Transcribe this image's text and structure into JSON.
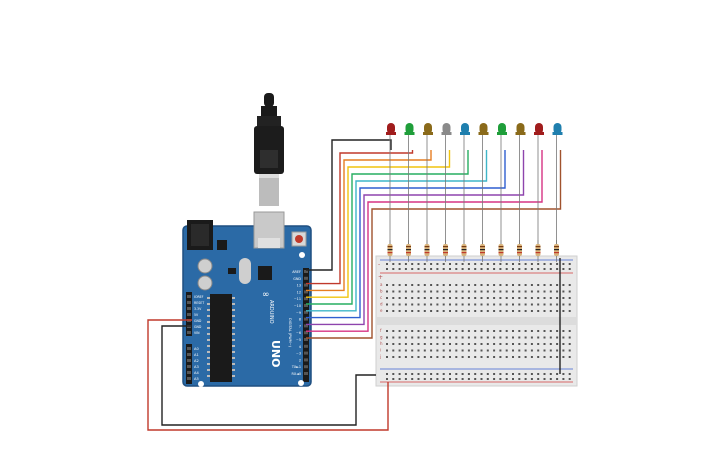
{
  "colors": {
    "background": "#ffffff",
    "board_blue": "#2b6aa6",
    "board_dark": "#1f4f80",
    "breadboard": "#e9e9e9",
    "rail_red": "#d23a3a",
    "rail_blue": "#3a5fd2",
    "resistor_body": "#d8b27a"
  },
  "arduino": {
    "brand": "ARDUINO",
    "model": "UNO",
    "left_pins": [
      "IOREF",
      "RESET",
      "3.3V",
      "5V",
      "GND",
      "GND",
      "VIN"
    ],
    "analog_pins": [
      "A0",
      "A1",
      "A2",
      "A3",
      "A4",
      "A5"
    ],
    "right_pins": [
      "AREF",
      "GND",
      "13",
      "12",
      "~11",
      "~10",
      "~9",
      "8",
      "7",
      "~6",
      "~5",
      "4",
      "~3",
      "2",
      "TX►1",
      "RX◄0"
    ],
    "header_label": "DIGITAL (PWM~)",
    "power_label": "POWER",
    "analog_label": "ANALOG IN"
  },
  "breadboard": {
    "row_letters_top": [
      "a",
      "b",
      "c",
      "d",
      "e"
    ],
    "row_letters_bottom": [
      "f",
      "g",
      "h",
      "i",
      "j"
    ],
    "rail_minus": "-",
    "rail_plus": "+"
  },
  "leds": [
    {
      "color": "#a01c1c",
      "wire": "#222222"
    },
    {
      "color": "#1f9e3a",
      "wire": "#c0392b"
    },
    {
      "color": "#8a6a1a",
      "wire": "#e67e22"
    },
    {
      "color": "#8a8a8a",
      "wire": "#f1c40f"
    },
    {
      "color": "#1f7fae",
      "wire": "#27ae60"
    },
    {
      "color": "#8a6a1a",
      "wire": "#3fb6c8"
    },
    {
      "color": "#1f9e3a",
      "wire": "#2f5fd0"
    },
    {
      "color": "#8a6a1a",
      "wire": "#8e44ad"
    },
    {
      "color": "#a01c1c",
      "wire": "#d63384"
    },
    {
      "color": "#1f7fae",
      "wire": "#a0522d"
    }
  ],
  "usb_label": ""
}
